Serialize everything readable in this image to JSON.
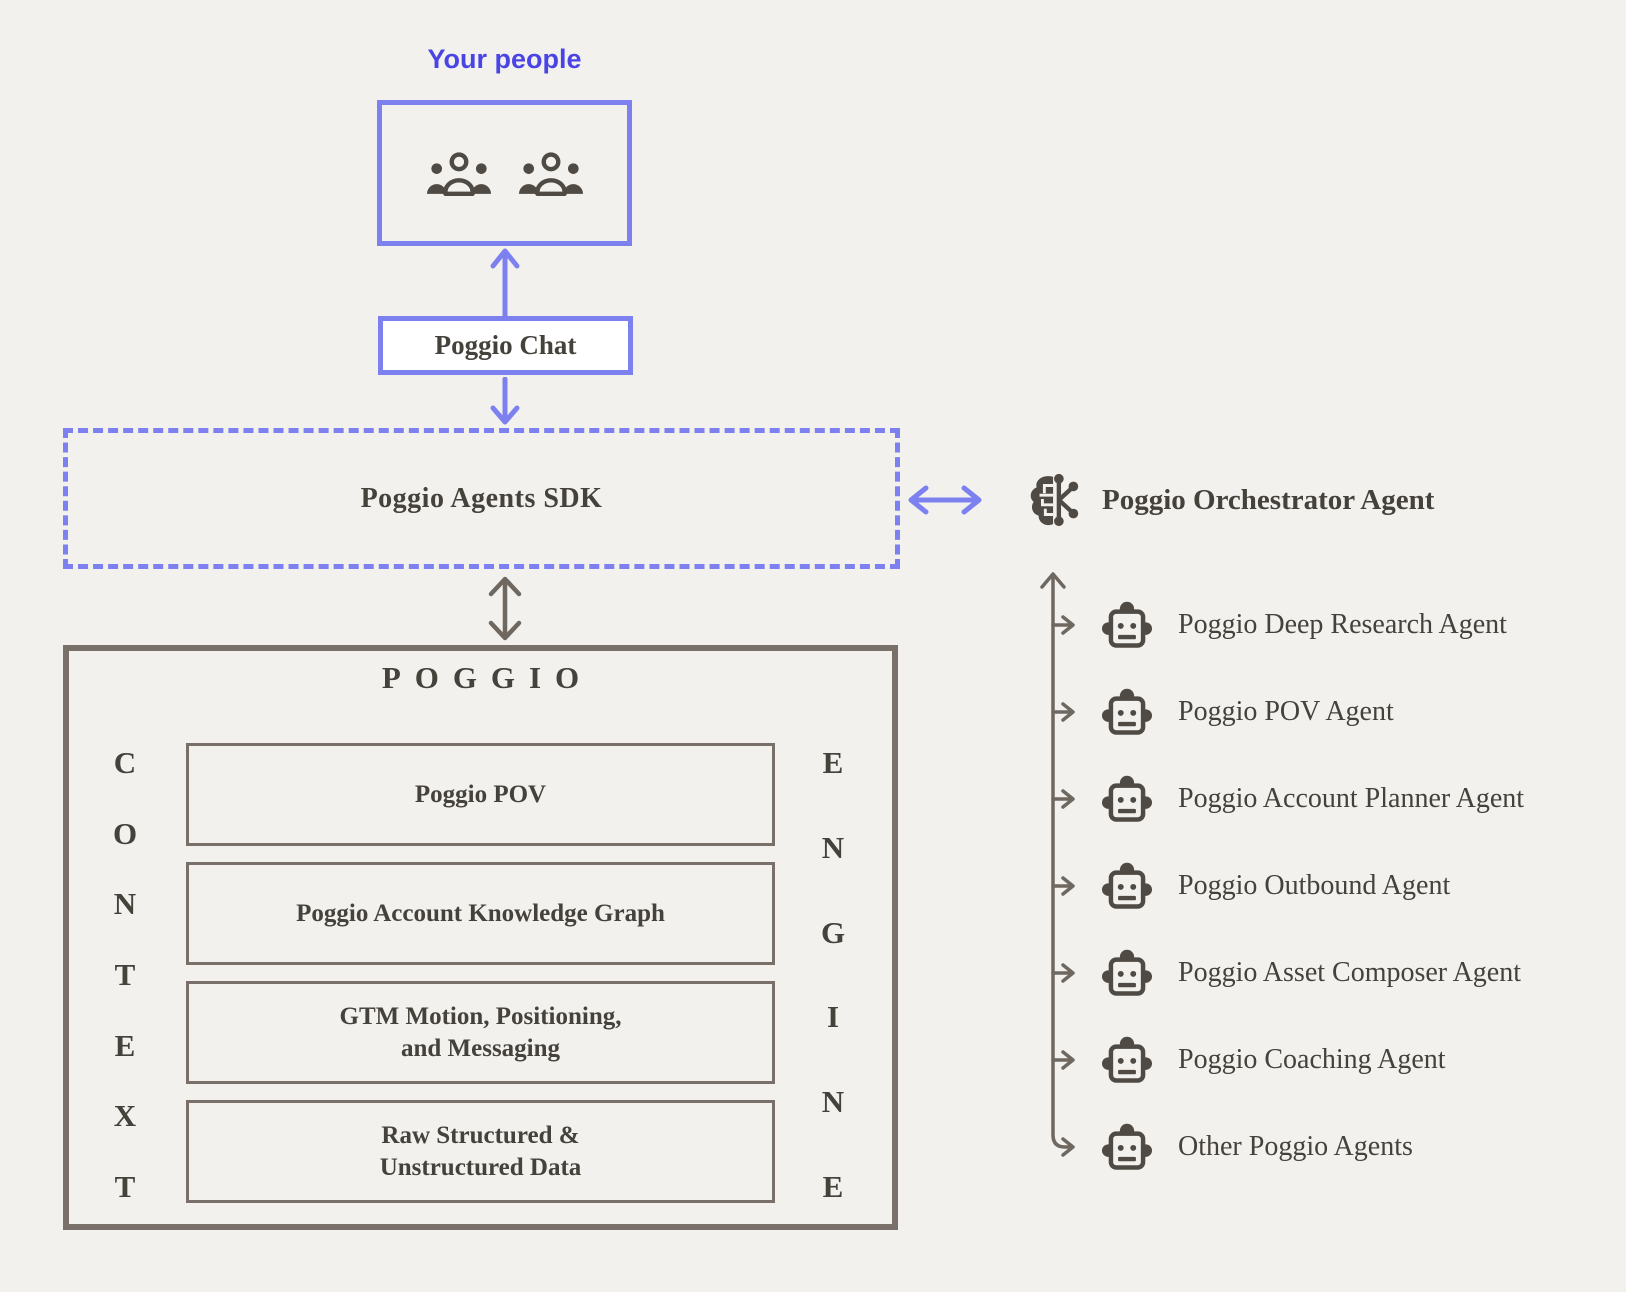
{
  "colors": {
    "accent_blue": "#7d81f0",
    "label_blue": "#4a44e4",
    "diagram_gray": "#79706a",
    "icon_gray": "#4f4a43",
    "text_dark": "#45413b",
    "connector_gray": "#6e6861",
    "background": "#f2f1ee",
    "chat_box_fill": "#ffffff"
  },
  "top_flow": {
    "people_label": "Your people",
    "chat_label": "Poggio Chat",
    "sdk_label": "Poggio Agents SDK"
  },
  "orchestrator": {
    "icon": "brain-circuit-icon",
    "label": "Poggio Orchestrator Agent"
  },
  "agents": [
    {
      "icon": "robot-icon",
      "label": "Poggio Deep Research Agent"
    },
    {
      "icon": "robot-icon",
      "label": "Poggio POV Agent"
    },
    {
      "icon": "robot-icon",
      "label": "Poggio Account Planner Agent"
    },
    {
      "icon": "robot-icon",
      "label": "Poggio Outbound Agent"
    },
    {
      "icon": "robot-icon",
      "label": "Poggio Asset Composer Agent"
    },
    {
      "icon": "robot-icon",
      "label": "Poggio Coaching Agent"
    },
    {
      "icon": "robot-icon",
      "label": "Other Poggio Agents"
    }
  ],
  "engine": {
    "title": "POGGIO",
    "left_vertical_word": "CONTEXT",
    "left_letters": [
      "C",
      "O",
      "N",
      "T",
      "E",
      "X",
      "T"
    ],
    "right_vertical_word": "ENGINE",
    "right_letters": [
      "E",
      "N",
      "G",
      "I",
      "N",
      "E"
    ],
    "layers": [
      "Poggio POV",
      "Poggio Account Knowledge Graph",
      "GTM Motion, Positioning,\nand Messaging",
      "Raw Structured &\nUnstructured Data"
    ]
  }
}
